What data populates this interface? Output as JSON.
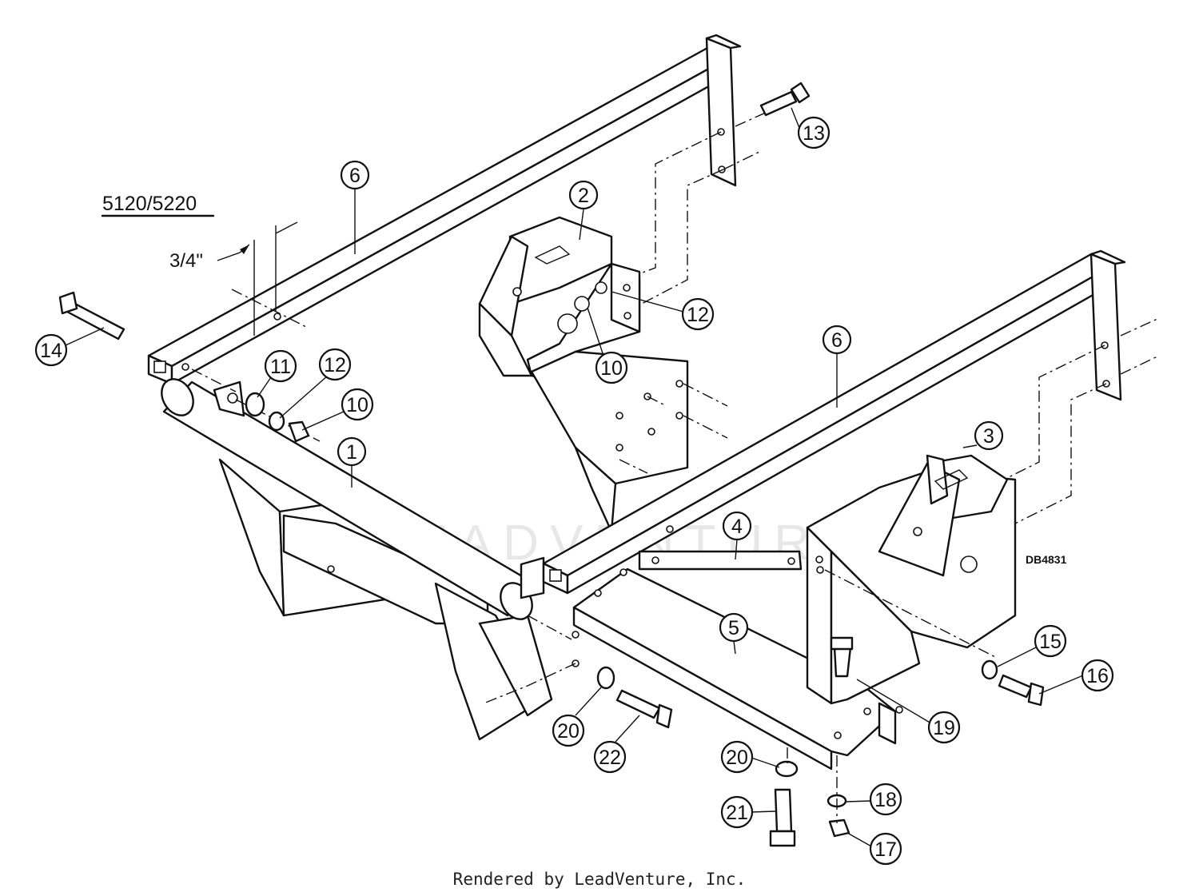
{
  "diagram": {
    "model_label": "5120/5220",
    "dimension_label": "3/4\"",
    "drawing_code": "DB4831",
    "watermark": "LEADVENTURE",
    "callouts": [
      {
        "id": "c6a",
        "label": "6"
      },
      {
        "id": "c2",
        "label": "2"
      },
      {
        "id": "c13",
        "label": "13"
      },
      {
        "id": "c12a",
        "label": "12"
      },
      {
        "id": "c10a",
        "label": "10"
      },
      {
        "id": "c14",
        "label": "14"
      },
      {
        "id": "c11",
        "label": "11"
      },
      {
        "id": "c12b",
        "label": "12"
      },
      {
        "id": "c10b",
        "label": "10"
      },
      {
        "id": "c1",
        "label": "1"
      },
      {
        "id": "c6b",
        "label": "6"
      },
      {
        "id": "c3",
        "label": "3"
      },
      {
        "id": "c4",
        "label": "4"
      },
      {
        "id": "c5",
        "label": "5"
      },
      {
        "id": "c15",
        "label": "15"
      },
      {
        "id": "c16",
        "label": "16"
      },
      {
        "id": "c19",
        "label": "19"
      },
      {
        "id": "c20a",
        "label": "20"
      },
      {
        "id": "c22",
        "label": "22"
      },
      {
        "id": "c20b",
        "label": "20"
      },
      {
        "id": "c18",
        "label": "18"
      },
      {
        "id": "c21",
        "label": "21"
      },
      {
        "id": "c17",
        "label": "17"
      }
    ]
  },
  "footer": {
    "text": "Rendered by LeadVenture, Inc."
  }
}
